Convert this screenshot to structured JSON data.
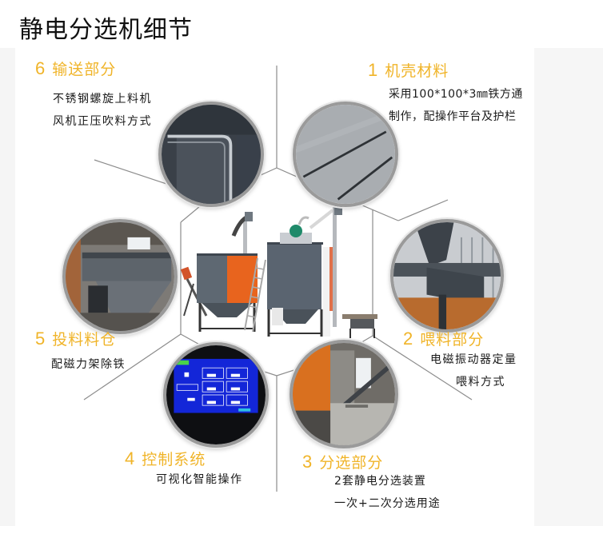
{
  "page": {
    "title": "静电分选机细节"
  },
  "colors": {
    "heading_accent": "#f0b429",
    "body_text": "#1a1a1a",
    "circle_border": "#9a9a9a",
    "connector_line": "#8c8c8c",
    "side_strip": "#f5f5f5",
    "machine_orange": "#e8641e",
    "machine_gray": "#5a6470",
    "control_screen_blue": "#1326d8"
  },
  "sections": [
    {
      "number": "1",
      "title": "机壳材料",
      "lines": [
        "采用100*100*3㎜铁方通",
        "制作，配操作平台及护栏"
      ],
      "photo": "steel-plate-closeup"
    },
    {
      "number": "2",
      "title": "喂料部分",
      "lines": [
        "电磁振动器定量",
        "喂料方式"
      ],
      "photo": "vibratory-feeder-hopper"
    },
    {
      "number": "3",
      "title": "分选部分",
      "lines": [
        "2套静电分选装置",
        "一次+二次分选用途"
      ],
      "photo": "separation-unit"
    },
    {
      "number": "4",
      "title": "控制系统",
      "lines": [
        "可视化智能操作"
      ],
      "photo": "touchscreen-control-panel"
    },
    {
      "number": "5",
      "title": "投料料仓",
      "lines": [
        "配磁力架除铁"
      ],
      "photo": "feed-bin"
    },
    {
      "number": "6",
      "title": "输送部分",
      "lines": [
        "不锈钢螺旋上料机",
        "风机正压吹料方式"
      ],
      "photo": "stainless-screw-conveyor"
    }
  ],
  "center_image": "electrostatic-separator-machine"
}
